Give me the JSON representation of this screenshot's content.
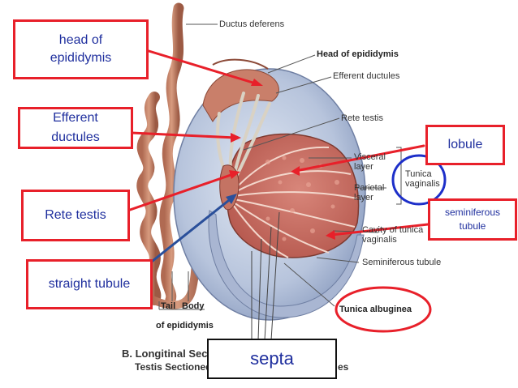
{
  "printed_labels": {
    "ductus_deferens": "Ductus deferens",
    "head_of_epididymis": "Head of epididymis",
    "efferent_ductules": "Efferent ductules",
    "rete_testis": "Rete testis",
    "visceral_layer": "Visceral layer",
    "parietal_layer": "Parietal layer",
    "tunica_vaginalis": "Tunica vaginalis",
    "cavity_of_tunica_vaginalis": "Cavity of tunica vaginalis",
    "seminiferous_tubule": "Seminiferous tubule",
    "tunica_albuginea": "Tunica albuginea",
    "tail": "Tail",
    "body": "Body",
    "of_epididymis": "of epididymis",
    "caption_line1": "B. Longitinal Section",
    "caption_line2": "Testis Sectioned",
    "caption_tail": "es"
  },
  "annotations": {
    "head_of_epididymis": [
      "head of",
      "epididymis"
    ],
    "efferent_ductules": [
      "Efferent",
      "ductules"
    ],
    "rete_testis": "Rete testis",
    "straight_tubule": "straight tubule",
    "lobule": "lobule",
    "seminiferous_tubule": [
      "seminiferous",
      "tubule"
    ],
    "septa": "septa"
  },
  "colors": {
    "annotation_border": "#e8202a",
    "annotation_text": "#1f2f9e",
    "arrow_red": "#e8202a",
    "arrow_blue": "#2a4f9a",
    "circle_blue": "#1d2fc9",
    "circle_red": "#e8202a"
  }
}
